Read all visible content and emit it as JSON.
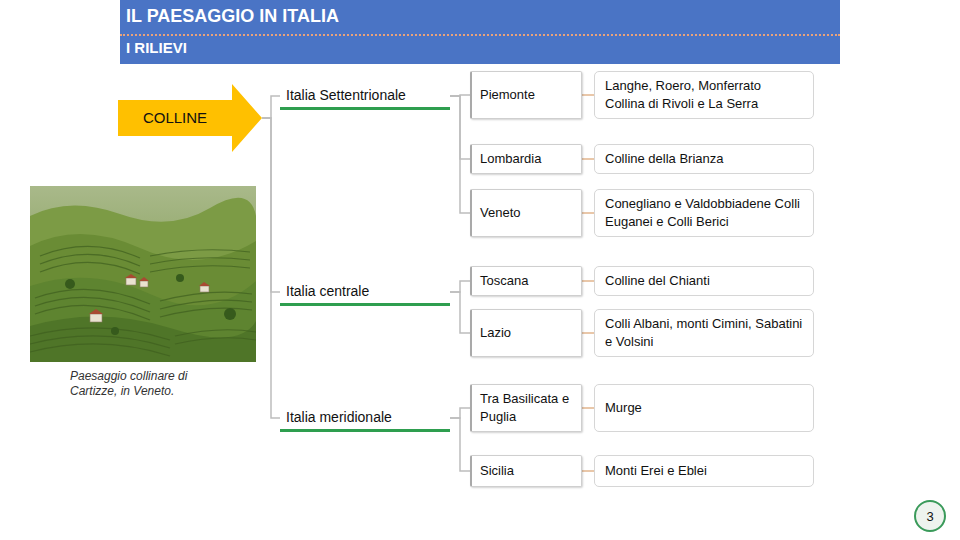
{
  "diagram": {
    "title": "IL PAESAGGIO IN ITALIA",
    "caption": "Paesaggio collinare di Cartizze, in Veneto.",
    "nodes": [
      {
        "text": [
          "COLLINE"
        ]
      },
      {
        "text": [
          "Italia Settentrionale"
        ]
      },
      {
        "text": [
          "Piemonte"
        ]
      },
      {
        "text": [
          "Langhe, Roero, Monferrato Collina di Rivoli e La Serra"
        ]
      },
      {
        "text": [
          "Lombardia"
        ]
      },
      {
        "text": [
          "Colline della Brianza"
        ]
      },
      {
        "text": [
          "Veneto"
        ]
      },
      {
        "text": [
          "Conegliano e Valdobbiadene Colli Euganei e Colli Berici"
        ]
      },
      {
        "text": [
          "Italia centrale"
        ]
      },
      {
        "text": [
          "Toscana"
        ]
      },
      {
        "text": [
          "Colline del Chianti"
        ]
      },
      {
        "text": [
          "Lazio"
        ]
      },
      {
        "text": [
          "Colli Albani, monti Cimini, Sabatini e Volsini"
        ]
      },
      {
        "text": [
          "Italia meridionale"
        ]
      },
      {
        "text": [
          "Tra Basilicata e Puglia"
        ]
      },
      {
        "text": [
          "Murge"
        ]
      },
      {
        "text": [
          "Sicilia"
        ]
      },
      {
        "text": [
          "Monti Erei e Eblei"
        ]
      },
      {
        "text": [
          "3"
        ]
      }
    ],
    "edges": [
      {
        "from": 0,
        "to": 1,
        "arrow": "none"
      },
      {
        "from": 0,
        "to": 8,
        "arrow": "none"
      },
      {
        "from": 0,
        "to": 13,
        "arrow": "none"
      },
      {
        "from": 1,
        "to": 2,
        "arrow": "none"
      },
      {
        "from": 1,
        "to": 4,
        "arrow": "none"
      },
      {
        "from": 1,
        "to": 6,
        "arrow": "none"
      },
      {
        "from": 8,
        "to": 9,
        "arrow": "none"
      },
      {
        "from": 8,
        "to": 11,
        "arrow": "none"
      },
      {
        "from": 13,
        "to": 14,
        "arrow": "none"
      },
      {
        "from": 13,
        "to": 16,
        "arrow": "none"
      },
      {
        "from": 2,
        "to": 3,
        "arrow": "none"
      },
      {
        "from": 4,
        "to": 5,
        "arrow": "none"
      },
      {
        "from": 6,
        "to": 7,
        "arrow": "none"
      },
      {
        "from": 9,
        "to": 10,
        "arrow": "none"
      },
      {
        "from": 11,
        "to": 12,
        "arrow": "none"
      },
      {
        "from": 14,
        "to": 15,
        "arrow": "none"
      },
      {
        "from": 16,
        "to": 17,
        "arrow": "none"
      }
    ],
    "labels": [
      "I RILIEVI"
    ]
  }
}
